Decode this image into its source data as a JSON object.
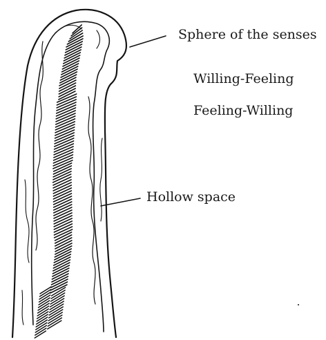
{
  "labels": {
    "sphere_of_senses": "Sphere of the senses",
    "willing_feeling": "Willing-Feeling",
    "feeling_willing": "Feeling-Willing",
    "hollow_space": "Hollow space"
  },
  "colors": {
    "ink": "#141414",
    "background": "#ffffff"
  }
}
